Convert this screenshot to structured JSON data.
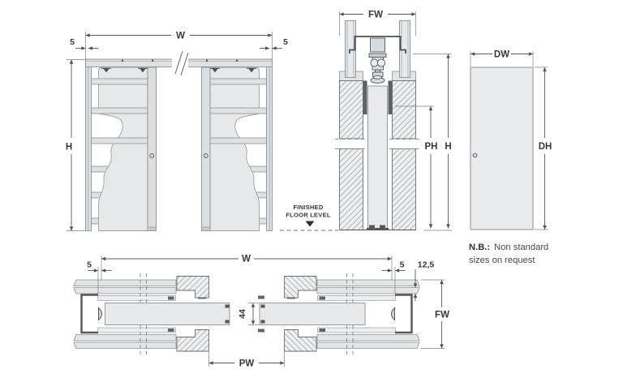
{
  "labels": {
    "elevation": {
      "w": "W",
      "h": "H",
      "gap_left": "5",
      "gap_right": "5"
    },
    "section": {
      "fw": "FW",
      "ph": "PH",
      "h": "H"
    },
    "panel": {
      "dw": "DW",
      "dh": "DH"
    },
    "plan": {
      "w": "W",
      "gap_left": "5",
      "gap_right": "5",
      "board_thickness": "12,5",
      "door_thickness": "44",
      "pw": "PW",
      "fw": "FW"
    },
    "floor_level": {
      "line1": "FINISHED",
      "line2": "FLOOR LEVEL"
    },
    "note": {
      "prefix": "N.B.:",
      "line1": "Non standard",
      "line2": "sizes on request"
    }
  },
  "colors": {
    "line": "#54585c",
    "fill_light": "#e6e8ea",
    "hatch": "#a8aeb3",
    "text": "#34383c"
  }
}
